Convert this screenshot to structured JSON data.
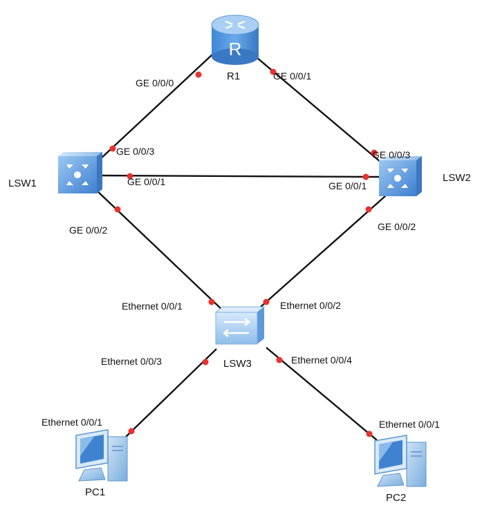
{
  "colors": {
    "link": "#111111",
    "port_dot": "#e8322e",
    "device_blue": "#4f8fd6",
    "device_light": "#bcd8f4"
  },
  "devices": {
    "r1": {
      "label": "R1",
      "icon": "router-icon"
    },
    "lsw1": {
      "label": "LSW1",
      "icon": "l3-switch-icon"
    },
    "lsw2": {
      "label": "LSW2",
      "icon": "l3-switch-icon"
    },
    "lsw3": {
      "label": "LSW3",
      "icon": "l2-switch-icon"
    },
    "pc1": {
      "label": "PC1",
      "icon": "pc-icon"
    },
    "pc2": {
      "label": "PC2",
      "icon": "pc-icon"
    }
  },
  "ports": {
    "r1_ge000": "GE 0/0/0",
    "r1_ge001": "GE 0/0/1",
    "lsw1_ge003": "GE 0/0/3",
    "lsw1_ge001": "GE 0/0/1",
    "lsw1_ge002": "GE 0/0/2",
    "lsw2_ge003": "GE 0/0/3",
    "lsw2_ge001": "GE 0/0/1",
    "lsw2_ge002": "GE 0/0/2",
    "lsw3_eth001": "Ethernet 0/0/1",
    "lsw3_eth002": "Ethernet 0/0/2",
    "lsw3_eth003": "Ethernet 0/0/3",
    "lsw3_eth004": "Ethernet 0/0/4",
    "pc1_eth001": "Ethernet 0/0/1",
    "pc2_eth001": "Ethernet 0/0/1"
  }
}
